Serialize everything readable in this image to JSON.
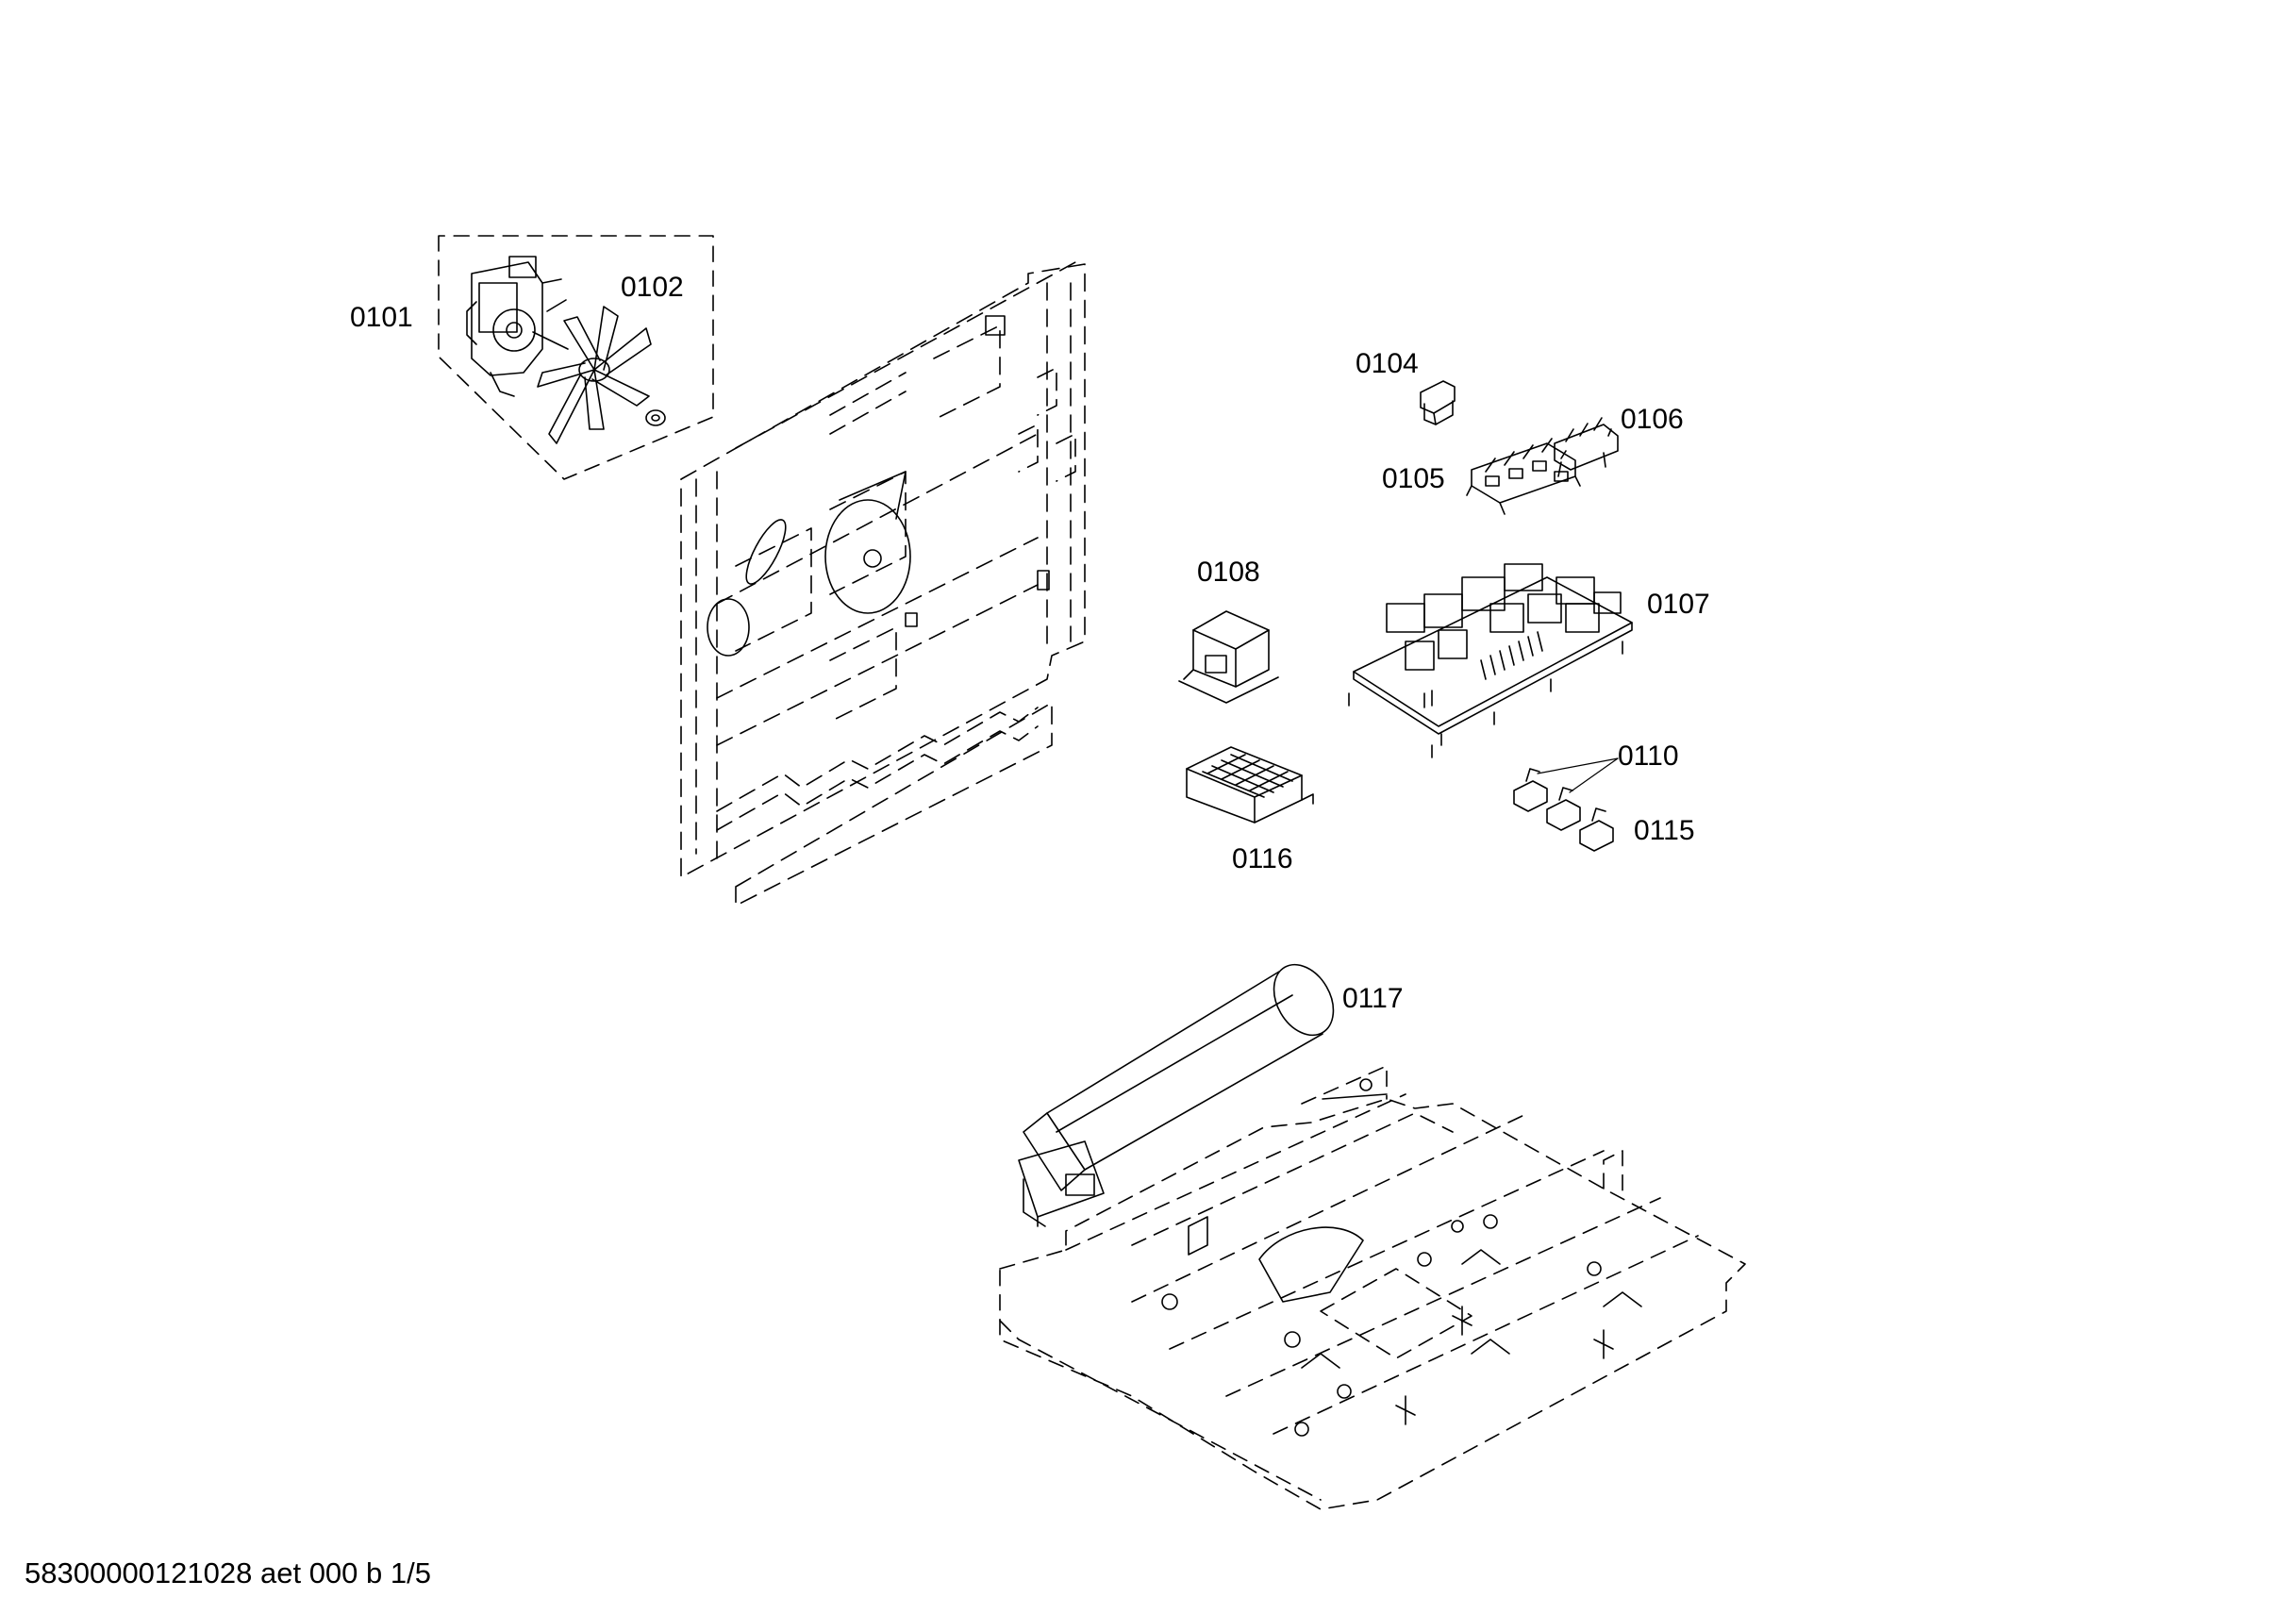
{
  "labels": {
    "p0101": "0101",
    "p0102": "0102",
    "p0104": "0104",
    "p0105": "0105",
    "p0106": "0106",
    "p0107": "0107",
    "p0108": "0108",
    "p0110": "0110",
    "p0115": "0115",
    "p0116": "0116",
    "p0117": "0117"
  },
  "footer": {
    "doc_id": "58300000121028 aet 000 b 1/5"
  },
  "colors": {
    "line": "#000000",
    "background": "#ffffff"
  }
}
